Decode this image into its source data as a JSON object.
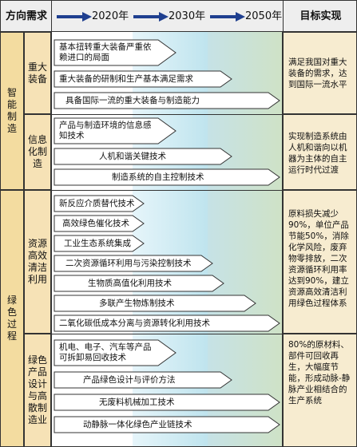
{
  "header": {
    "direction": "方向需求",
    "years": [
      "2020年",
      "2030年",
      "2050年"
    ],
    "target": "目标实现"
  },
  "categories": [
    {
      "label": "智能制造",
      "subs": [
        {
          "label": "重大装备",
          "target": "满足我国对重大装备的需求，达到国际一流水平",
          "items": [
            "基本扭转重大装备严重依赖进口的局面",
            "重大装备的研制和生产基本满足需求",
            "具备国际一流的重大装备与制造能力"
          ]
        },
        {
          "label": "信息化制造",
          "target": "实现制造系统由人机和谐向以机器为主体的自主运行时代过渡",
          "items": [
            "产品与制造环境的信息感知技术",
            "人机和谐关键技术",
            "制造系统的自主控制技术"
          ]
        }
      ]
    },
    {
      "label": "绿色过程",
      "subs": [
        {
          "label": "资源高效清洁利用",
          "target": "原料损失减少90%，单位产品节能50%，消除化学风险，废弃物零排放，二次资源循环利用率达到90%，建立资源高效清洁利用绿色过程体系",
          "items": [
            "新反应介质替代技术",
            "高效绿色催化技术",
            "工业生态系统集成",
            "二次资源循环利用与污染控制技术",
            "生物质高值化利用技术",
            "多联产生物炼制技术",
            "二氧化碳低成本分离与资源转化利用技术"
          ]
        },
        {
          "label": "绿色产品设计与高散制造业",
          "target": "80%的原材料、部件可回收再生，大幅度节能，形成动脉-静脉产业相结合的生产系统",
          "items": [
            "机电、电子、汽车等产品可拆卸易回收技术",
            "产品绿色设计与评价方法",
            "无废料机械加工技术",
            "动静脉一体化绿色产业链技术"
          ]
        }
      ]
    }
  ],
  "colors": {
    "band_2020": "#ffffff",
    "band_2030": "#c8e8f0",
    "band_2050": "#cfe3c8",
    "arrow_blue": "#1f3f8f",
    "category_bg": "#f3dca0",
    "target_bg": "#f7ecd0"
  }
}
